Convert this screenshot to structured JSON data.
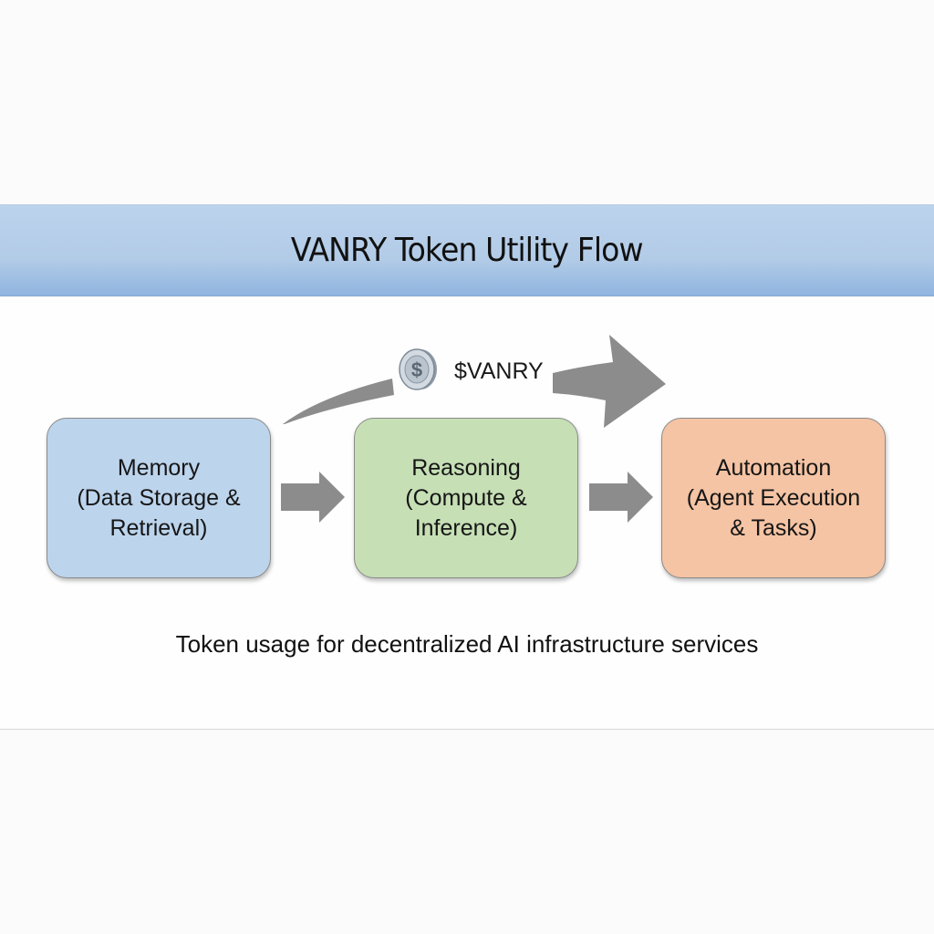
{
  "header": {
    "title": "VANRY Token Utility Flow"
  },
  "token": {
    "label": "$VANRY",
    "icon": "dollar-coin-icon"
  },
  "stages": [
    {
      "name": "Memory",
      "label": "Memory\n(Data Storage &\nRetrieval)",
      "color": "#bcd4ec"
    },
    {
      "name": "Reasoning",
      "label": "Reasoning\n(Compute &\nInference)",
      "color": "#c6dfb5"
    },
    {
      "name": "Automation",
      "label": "Automation\n(Agent Execution\n& Tasks)",
      "color": "#f5c4a4"
    }
  ],
  "arrow_color": "#8c8c8c",
  "caption": "Token usage for decentralized AI infrastructure services"
}
